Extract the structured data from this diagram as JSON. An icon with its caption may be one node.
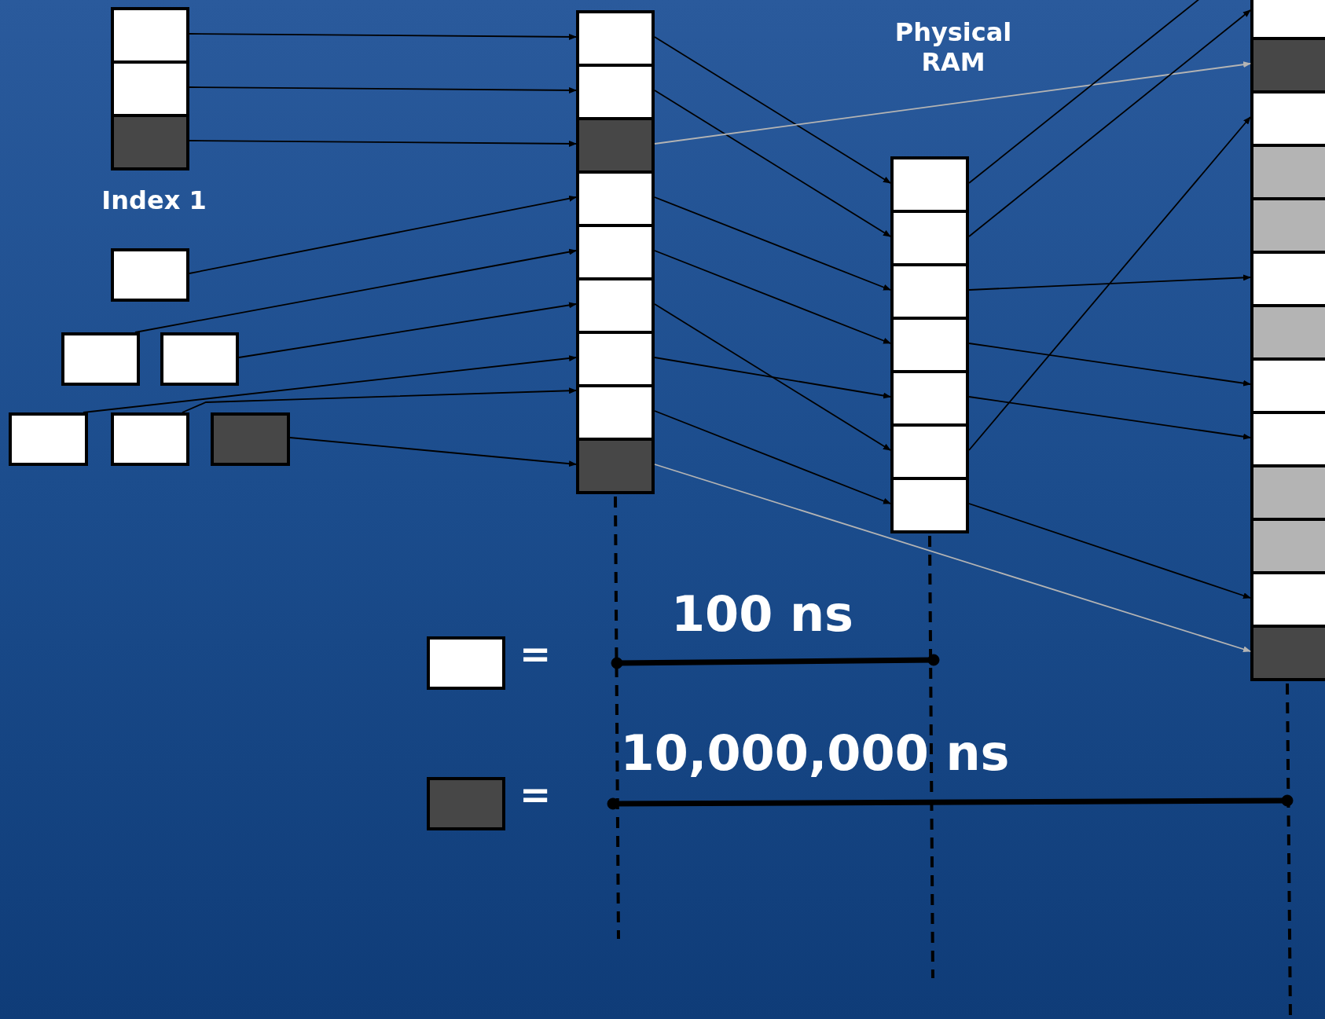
{
  "diagram": {
    "nodes": [
      {
        "text": [],
        "shape": "box"
      },
      {
        "text": [],
        "shape": "box"
      },
      {
        "text": [],
        "shape": "box"
      },
      {
        "text": [],
        "shape": "box"
      },
      {
        "text": [],
        "shape": "box"
      },
      {
        "text": [],
        "shape": "box"
      },
      {
        "text": [],
        "shape": "box"
      },
      {
        "text": [],
        "shape": "box"
      },
      {
        "text": [],
        "shape": "box"
      },
      {
        "text": [],
        "shape": "box"
      },
      {
        "text": [],
        "shape": "box"
      },
      {
        "text": [],
        "shape": "box"
      },
      {
        "text": [],
        "shape": "box"
      },
      {
        "text": [],
        "shape": "box"
      },
      {
        "text": [],
        "shape": "box"
      },
      {
        "text": [],
        "shape": "box"
      },
      {
        "text": [],
        "shape": "box"
      },
      {
        "text": [],
        "shape": "box"
      },
      {
        "text": [],
        "shape": "box"
      },
      {
        "text": [],
        "shape": "box"
      },
      {
        "text": [],
        "shape": "box"
      },
      {
        "text": [],
        "shape": "box"
      },
      {
        "text": [],
        "shape": "box"
      },
      {
        "text": [],
        "shape": "box"
      },
      {
        "text": [],
        "shape": "box"
      },
      {
        "text": [],
        "shape": "box"
      },
      {
        "text": [],
        "shape": "box"
      },
      {
        "text": [],
        "shape": "box"
      },
      {
        "text": [],
        "shape": "box"
      },
      {
        "text": [],
        "shape": "box"
      },
      {
        "text": [],
        "shape": "box"
      },
      {
        "text": [],
        "shape": "box"
      },
      {
        "text": [],
        "shape": "box"
      },
      {
        "text": [],
        "shape": "box"
      },
      {
        "text": [],
        "shape": "box"
      },
      {
        "text": [],
        "shape": "box"
      },
      {
        "text": [],
        "shape": "box"
      },
      {
        "text": [],
        "shape": "box"
      },
      {
        "text": [],
        "shape": "box",
        "beside": [
          "="
        ]
      },
      {
        "text": [],
        "shape": "box",
        "beside": [
          "="
        ]
      }
    ],
    "edges": [
      {
        "from": 0,
        "to": 9,
        "arrow": "to"
      },
      {
        "from": 1,
        "to": 10,
        "arrow": "to"
      },
      {
        "from": 2,
        "to": 11,
        "arrow": "to"
      },
      {
        "from": 3,
        "to": 12,
        "arrow": "to"
      },
      {
        "from": 4,
        "to": 13,
        "arrow": "to"
      },
      {
        "from": 5,
        "to": 14,
        "arrow": "to"
      },
      {
        "from": 6,
        "to": 15,
        "arrow": "to"
      },
      {
        "from": 7,
        "to": 16,
        "arrow": "to"
      },
      {
        "from": 8,
        "to": 17,
        "arrow": "to"
      },
      {
        "from": 9,
        "to": 18,
        "arrow": "to"
      },
      {
        "from": 10,
        "to": 19,
        "arrow": "to"
      },
      {
        "from": 11,
        "to": 26,
        "arrow": "to",
        "color": "#b4b4b4"
      },
      {
        "from": 12,
        "to": 20,
        "arrow": "to"
      },
      {
        "from": 13,
        "to": 21,
        "arrow": "to"
      },
      {
        "from": 14,
        "to": 23,
        "arrow": "to"
      },
      {
        "from": 15,
        "to": 22,
        "arrow": "to"
      },
      {
        "from": 16,
        "to": 24,
        "arrow": "to"
      },
      {
        "from": 17,
        "to": 37,
        "arrow": "to",
        "color": "#b4b4b4"
      },
      {
        "from": 18,
        "to": null,
        "arrow": "none"
      },
      {
        "from": 19,
        "to": 25,
        "arrow": "to"
      },
      {
        "from": 20,
        "to": 30,
        "arrow": "to"
      },
      {
        "from": 21,
        "to": 32,
        "arrow": "to"
      },
      {
        "from": 22,
        "to": 33,
        "arrow": "to"
      },
      {
        "from": 23,
        "to": 27,
        "arrow": "to"
      },
      {
        "from": 24,
        "to": 36,
        "arrow": "to"
      }
    ],
    "labels": [
      "Physical RAM",
      "Index 1",
      "100 ns",
      "10,000,000 ns"
    ]
  }
}
